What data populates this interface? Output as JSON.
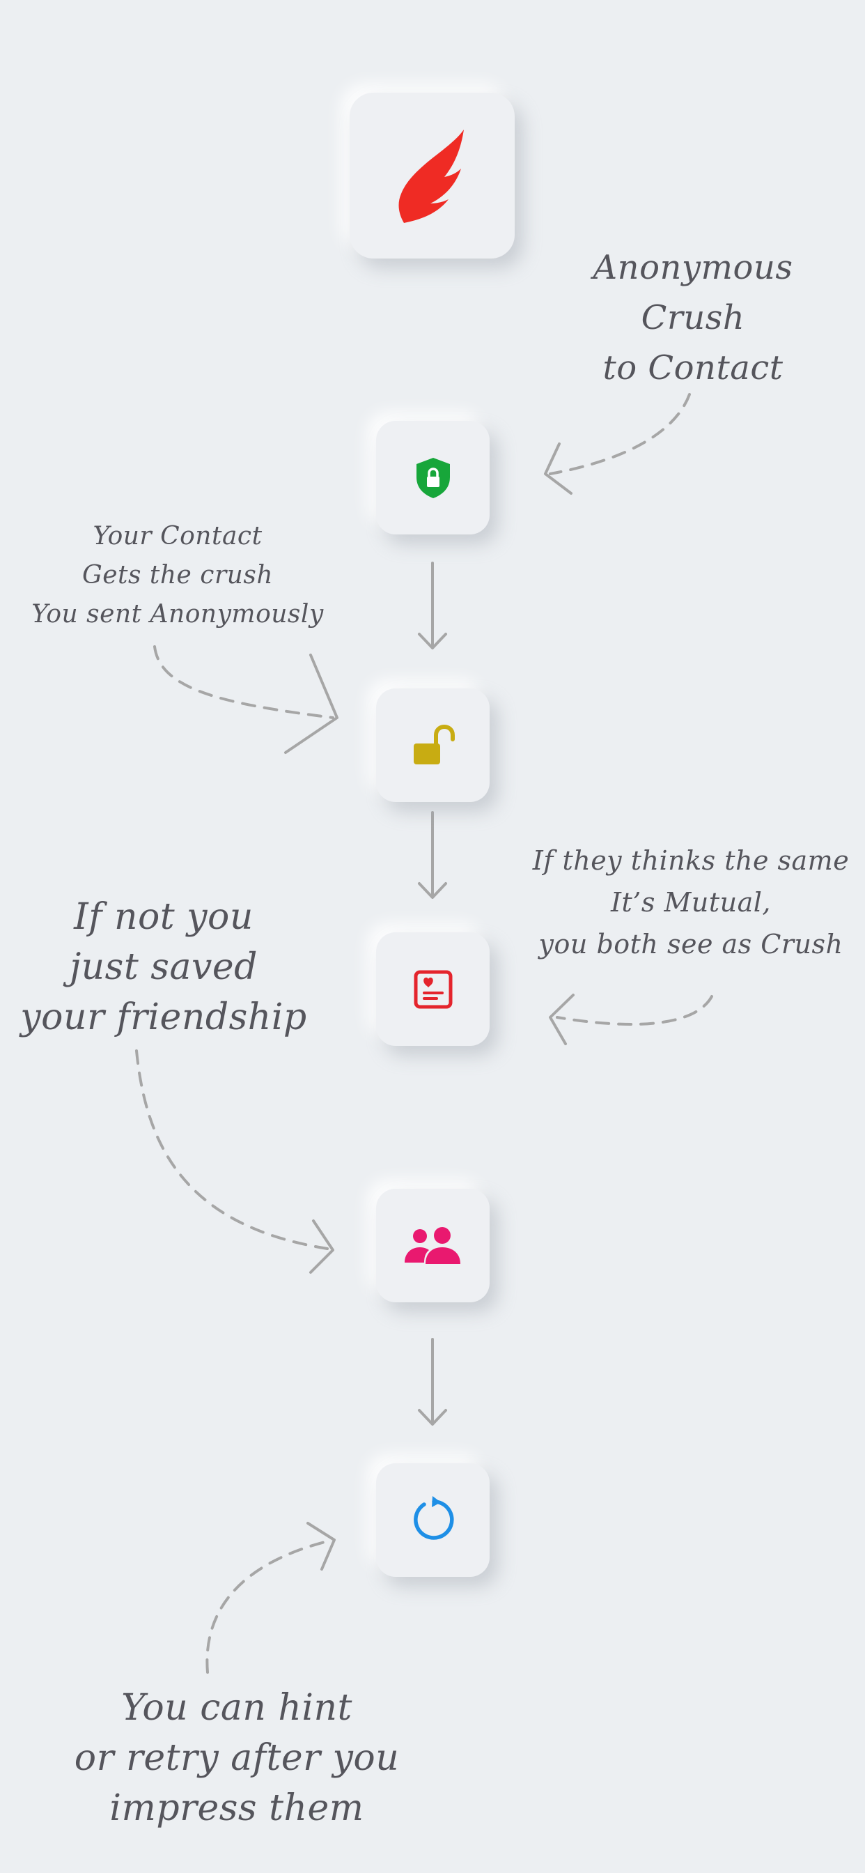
{
  "steps": [
    {
      "icon": "feather-wing-icon",
      "color": "#ef2b24"
    },
    {
      "icon": "shield-lock-icon",
      "color": "#17a63a"
    },
    {
      "icon": "unlocked-padlock-icon",
      "color": "#c8ac12"
    },
    {
      "icon": "heart-document-icon",
      "color": "#e4242c"
    },
    {
      "icon": "two-people-icon",
      "color": "#e9196f"
    },
    {
      "icon": "retry-icon",
      "color": "#1e8fe6"
    }
  ],
  "notes": {
    "anonymous_crush": "Anonymous\nCrush\nto Contact",
    "contact_gets": "Your Contact\nGets the crush\nYou sent Anonymously",
    "mutual": "If they thinks the same\nIt’s Mutual,\nyou both see as Crush",
    "saved_friendship": "If not you\njust saved\nyour friendship",
    "hint_retry": "You can hint\nor retry after you\nimpress them"
  },
  "colors": {
    "background": "#eceff2",
    "arrow": "#a6a6a6",
    "text": "#55555c"
  }
}
